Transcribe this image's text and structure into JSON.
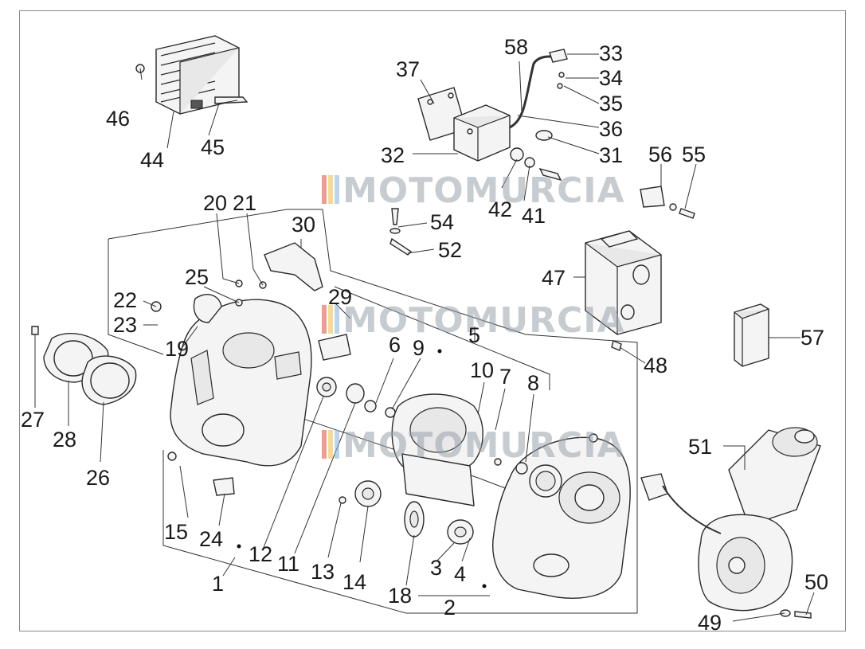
{
  "diagram": {
    "watermark": "MOTOMURCIA",
    "callouts": [
      {
        "id": "c1",
        "text": "1"
      },
      {
        "id": "c2",
        "text": "2"
      },
      {
        "id": "c3",
        "text": "3"
      },
      {
        "id": "c4",
        "text": "4"
      },
      {
        "id": "c5",
        "text": "5"
      },
      {
        "id": "c6",
        "text": "6"
      },
      {
        "id": "c7",
        "text": "7"
      },
      {
        "id": "c8",
        "text": "8"
      },
      {
        "id": "c9",
        "text": "9"
      },
      {
        "id": "c10",
        "text": "10"
      },
      {
        "id": "c11",
        "text": "11"
      },
      {
        "id": "c12",
        "text": "12"
      },
      {
        "id": "c13",
        "text": "13"
      },
      {
        "id": "c14",
        "text": "14"
      },
      {
        "id": "c15",
        "text": "15"
      },
      {
        "id": "c18",
        "text": "18"
      },
      {
        "id": "c19",
        "text": "19"
      },
      {
        "id": "c20",
        "text": "20"
      },
      {
        "id": "c21",
        "text": "21"
      },
      {
        "id": "c22",
        "text": "22"
      },
      {
        "id": "c23",
        "text": "23"
      },
      {
        "id": "c24",
        "text": "24"
      },
      {
        "id": "c25",
        "text": "25"
      },
      {
        "id": "c26",
        "text": "26"
      },
      {
        "id": "c27",
        "text": "27"
      },
      {
        "id": "c28",
        "text": "28"
      },
      {
        "id": "c29",
        "text": "29"
      },
      {
        "id": "c30",
        "text": "30"
      },
      {
        "id": "c31",
        "text": "31"
      },
      {
        "id": "c32",
        "text": "32"
      },
      {
        "id": "c33",
        "text": "33"
      },
      {
        "id": "c34",
        "text": "34"
      },
      {
        "id": "c35",
        "text": "35"
      },
      {
        "id": "c36",
        "text": "36"
      },
      {
        "id": "c37",
        "text": "37"
      },
      {
        "id": "c41",
        "text": "41"
      },
      {
        "id": "c42",
        "text": "42"
      },
      {
        "id": "c44",
        "text": "44"
      },
      {
        "id": "c45",
        "text": "45"
      },
      {
        "id": "c46",
        "text": "46"
      },
      {
        "id": "c47",
        "text": "47"
      },
      {
        "id": "c48",
        "text": "48"
      },
      {
        "id": "c49",
        "text": "49"
      },
      {
        "id": "c50",
        "text": "50"
      },
      {
        "id": "c51",
        "text": "51"
      },
      {
        "id": "c52",
        "text": "52"
      },
      {
        "id": "c54",
        "text": "54"
      },
      {
        "id": "c55",
        "text": "55"
      },
      {
        "id": "c56",
        "text": "56"
      },
      {
        "id": "c57",
        "text": "57"
      },
      {
        "id": "c58",
        "text": "58"
      }
    ]
  }
}
